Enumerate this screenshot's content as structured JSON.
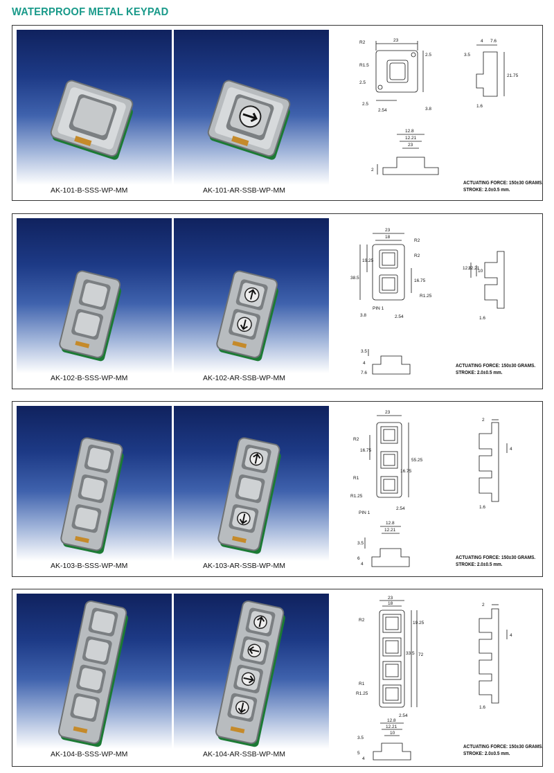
{
  "page_title": "WATERPROOF METAL KEYPAD",
  "panels": [
    {
      "models": [
        "AK-101-B-SSS-WP-MM",
        "AK-101-AR-SSB-WP-MM"
      ],
      "force": "ACTUATING FORCE: 150±30 GRAMS.",
      "stroke": "STROKE: 2.0±0.5 mm.",
      "dims": {
        "front": [
          "R2",
          "23",
          "2.5",
          "R1.5",
          "2.5",
          "2.5",
          "2.54",
          "3.8"
        ],
        "side": [
          "4",
          "7.6",
          "3.5",
          "21.75",
          "1.6"
        ],
        "bottom": [
          "12.8",
          "12.21",
          "23",
          "2"
        ]
      }
    },
    {
      "models": [
        "AK-102-B-SSS-WP-MM",
        "AK-102-AR-SSB-WP-MM"
      ],
      "force": "ACTUATING FORCE: 150±30 GRAMS.",
      "stroke": "STROKE: 2.0±0.5 mm.",
      "dims": {
        "front": [
          "23",
          "18",
          "R2",
          "R2",
          "19.25",
          "38.5",
          "16.75",
          "R1.25",
          "3.8",
          "PIN 1",
          "2.54"
        ],
        "side": [
          "12.8",
          "12.21",
          "10",
          "1.6"
        ],
        "bottom": [
          "3.5",
          "4",
          "7.6"
        ]
      }
    },
    {
      "models": [
        "AK-103-B-SSS-WP-MM",
        "AK-103-AR-SSB-WP-MM"
      ],
      "force": "ACTUATING FORCE: 150±30 GRAMS.",
      "stroke": "STROKE: 2.0±0.5 mm.",
      "dims": {
        "front": [
          "23",
          "R2",
          "16.75",
          "55.25",
          "16.75",
          "R1",
          "R1.25",
          "PIN 1",
          "2.54"
        ],
        "side": [
          "2",
          "4",
          "1.6"
        ],
        "bottom": [
          "12.8",
          "12.21",
          "3.5",
          "6",
          "4"
        ]
      }
    },
    {
      "models": [
        "AK-104-B-SSS-WP-MM",
        "AK-104-AR-SSB-WP-MM"
      ],
      "force": "ACTUATING FORCE: 150±30 GRAMS.",
      "stroke": "STROKE: 2.0±0.5 mm.",
      "dims": {
        "front": [
          "23",
          "18",
          "R2",
          "19.25",
          "33.5",
          "72",
          "R1",
          "R1.25",
          "2.54"
        ],
        "side": [
          "2",
          "4",
          "1.6"
        ],
        "bottom": [
          "12.8",
          "12.21",
          "10",
          "3.5",
          "5",
          "4"
        ]
      }
    }
  ]
}
